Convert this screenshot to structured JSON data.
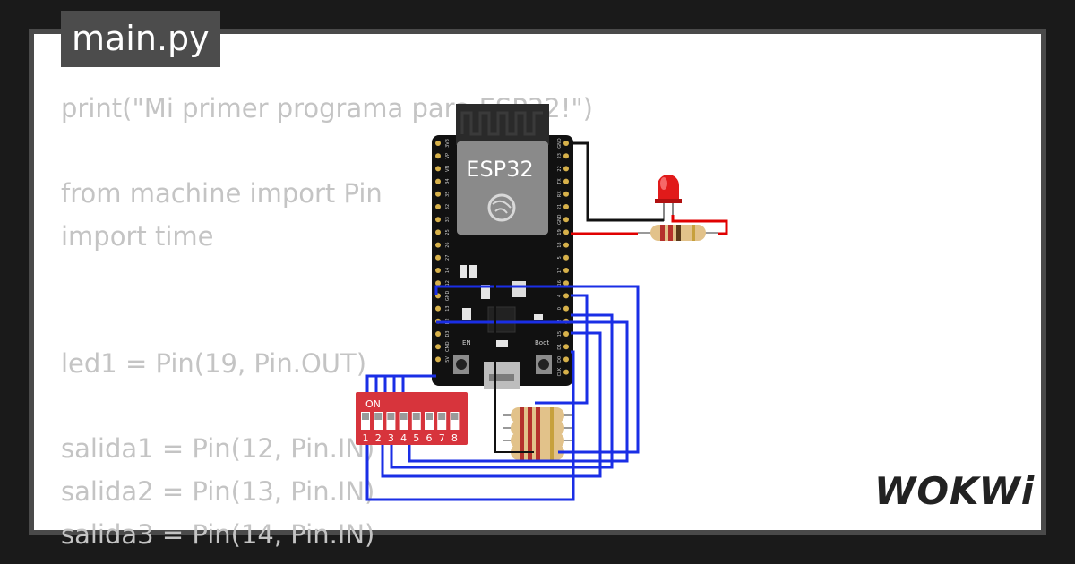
{
  "tab": {
    "filename": "main.py"
  },
  "code_lines": [
    "print(\"Mi primer programa para ESP32!\")",
    "from machine import Pin",
    "import time",
    "led1 = Pin(19, Pin.OUT)",
    "salida1 = Pin(12, Pin.IN)",
    "salida2 = Pin(13, Pin.IN)",
    "salida3 = Pin(14, Pin.IN)"
  ],
  "board": {
    "label": "ESP32",
    "en_label": "EN",
    "boot_label": "Boot",
    "left_pins": [
      "3V3",
      "VP",
      "VN",
      "34",
      "35",
      "32",
      "33",
      "25",
      "26",
      "27",
      "14",
      "12",
      "GND",
      "13",
      "D2",
      "D3",
      "CMD",
      "5V"
    ],
    "right_pins": [
      "GND",
      "23",
      "22",
      "TX",
      "RX",
      "21",
      "GND",
      "19",
      "18",
      "5",
      "17",
      "16",
      "4",
      "0",
      "2",
      "15",
      "D1",
      "D0",
      "CLK"
    ]
  },
  "dip_switch": {
    "on_label": "ON",
    "numbers": [
      "1",
      "2",
      "3",
      "4",
      "5",
      "6",
      "7",
      "8"
    ]
  },
  "brand": {
    "logo": "WOKWi"
  },
  "colors": {
    "panel": "#ffffff",
    "frame": "#4a4a4a",
    "wire_blue": "#1a2ee6",
    "wire_red": "#e00000",
    "dip": "#d7343c",
    "led": "#e11a1a"
  }
}
